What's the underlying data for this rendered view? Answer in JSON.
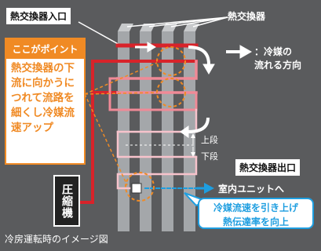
{
  "labels": {
    "hx_inlet": "熱交換器入口",
    "hx": "熱交換器",
    "flow_direction": "：冷媒の\n流れる方向",
    "upper_stage": "上段",
    "lower_stage": "下段",
    "hx_outlet": "熱交換器出口",
    "to_indoor_unit": "室内ユニットへ",
    "compressor": "圧縮機",
    "caption": "冷房運転時のイメージ図"
  },
  "point_box": {
    "heading": "ここがポイント",
    "body": "熱交換器の下流に向かうにつれて流路を細くし冷媒流速アップ"
  },
  "bubble": {
    "text": "冷媒流速を引き上げ熱伝達率を向上"
  },
  "colors": {
    "background": "#5a5b5d",
    "orange": "#f08a24",
    "blue": "#1e9ee0",
    "pipe_red": "#d8232a",
    "pipe_pink": "#f08a97",
    "pipe_light_pink": "#f7c3cc",
    "plate": "#a4a7aa"
  }
}
